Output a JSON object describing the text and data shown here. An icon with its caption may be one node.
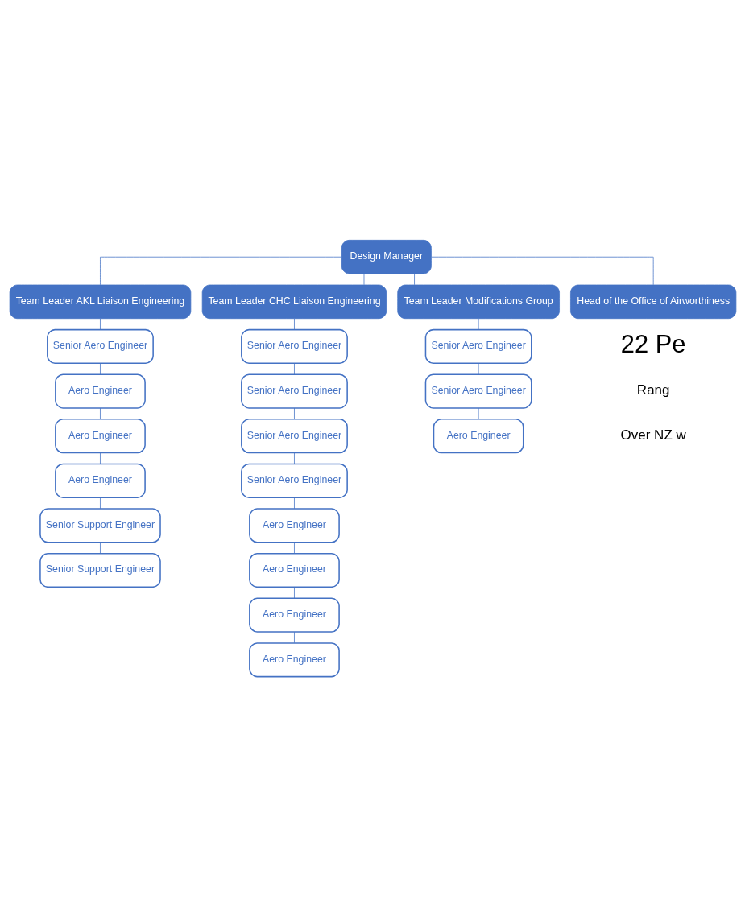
{
  "diagram": {
    "nodes": [
      {
        "text": [
          "Design Manager"
        ]
      },
      {
        "text": [
          "Team Leader AKL Liaison Engineering"
        ]
      },
      {
        "text": [
          "Team Leader CHC Liaison Engineering"
        ]
      },
      {
        "text": [
          "Team Leader Modifications Group"
        ]
      },
      {
        "text": [
          "Head of the Office of Airworthiness"
        ]
      },
      {
        "text": [
          "Senior Aero Engineer"
        ]
      },
      {
        "text": [
          "Aero Engineer"
        ]
      },
      {
        "text": [
          "Aero Engineer"
        ]
      },
      {
        "text": [
          "Aero Engineer"
        ]
      },
      {
        "text": [
          "Senior Support Engineer"
        ]
      },
      {
        "text": [
          "Senior Support Engineer"
        ]
      },
      {
        "text": [
          "Senior Aero Engineer"
        ]
      },
      {
        "text": [
          "Senior Aero Engineer"
        ]
      },
      {
        "text": [
          "Senior Aero Engineer"
        ]
      },
      {
        "text": [
          "Senior Aero Engineer"
        ]
      },
      {
        "text": [
          "Aero Engineer"
        ]
      },
      {
        "text": [
          "Aero Engineer"
        ]
      },
      {
        "text": [
          "Aero Engineer"
        ]
      },
      {
        "text": [
          "Aero Engineer"
        ]
      },
      {
        "text": [
          "Senior Aero Engineer"
        ]
      },
      {
        "text": [
          "Senior Aero Engineer"
        ]
      },
      {
        "text": [
          "Aero Engineer"
        ]
      }
    ],
    "edges": [
      {
        "from": 0,
        "to": 1,
        "arrow": "none"
      },
      {
        "from": 0,
        "to": 2,
        "arrow": "none"
      },
      {
        "from": 0,
        "to": 3,
        "arrow": "none"
      },
      {
        "from": 0,
        "to": 4,
        "arrow": "none"
      },
      {
        "from": 1,
        "to": 5,
        "arrow": "none"
      },
      {
        "from": 5,
        "to": 6,
        "arrow": "none"
      },
      {
        "from": 6,
        "to": 7,
        "arrow": "none"
      },
      {
        "from": 7,
        "to": 8,
        "arrow": "none"
      },
      {
        "from": 8,
        "to": 9,
        "arrow": "none"
      },
      {
        "from": 9,
        "to": 10,
        "arrow": "none"
      },
      {
        "from": 2,
        "to": 11,
        "arrow": "none"
      },
      {
        "from": 11,
        "to": 12,
        "arrow": "none"
      },
      {
        "from": 12,
        "to": 13,
        "arrow": "none"
      },
      {
        "from": 13,
        "to": 14,
        "arrow": "none"
      },
      {
        "from": 14,
        "to": 15,
        "arrow": "none"
      },
      {
        "from": 15,
        "to": 16,
        "arrow": "none"
      },
      {
        "from": 16,
        "to": 17,
        "arrow": "none"
      },
      {
        "from": 17,
        "to": 18,
        "arrow": "none"
      },
      {
        "from": 3,
        "to": 19,
        "arrow": "none"
      },
      {
        "from": 19,
        "to": 20,
        "arrow": "none"
      },
      {
        "from": 20,
        "to": 21,
        "arrow": "none"
      }
    ],
    "labels": [
      "22 Pe",
      "Rang",
      "Over NZ w"
    ]
  }
}
